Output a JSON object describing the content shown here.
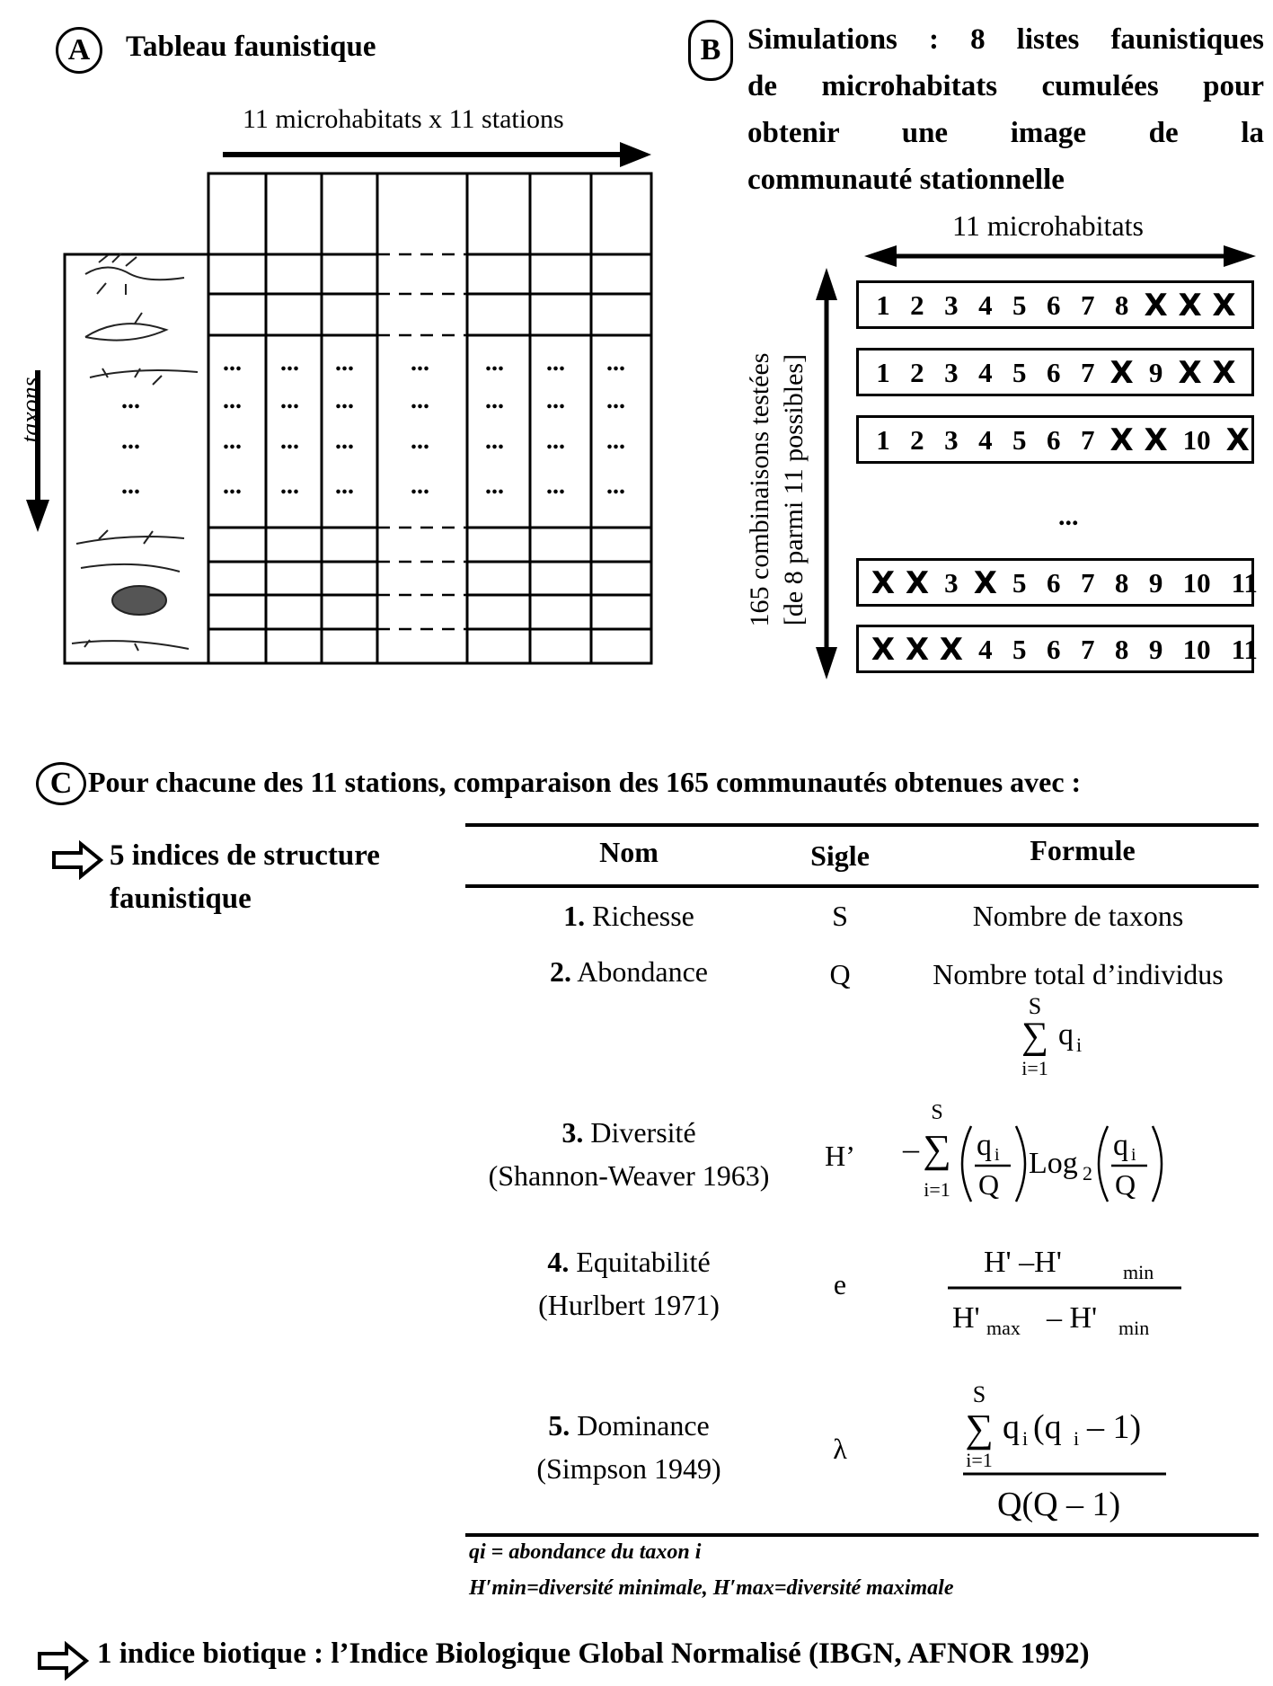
{
  "panelA": {
    "letter": "A",
    "title": "Tableau faunistique",
    "top_arrow_label": "11 microhabitats x 11 stations",
    "side_arrow_label": "taxons",
    "dots": "...",
    "dash": "- - -"
  },
  "panelB": {
    "letter": "B",
    "text_lines": [
      "Simulations : 8 listes faunistiques",
      "de microhabitats cumulées pour",
      "obtenir une image de la",
      "communauté stationnelle"
    ],
    "arrow_label": "11 microhabitats",
    "side_label_1": "165 combinaisons testées",
    "side_label_2": "[de 8 parmi 11 possibles]",
    "ellipsis": "...",
    "rows": [
      {
        "items": [
          "1",
          "2",
          "3",
          "4",
          "5",
          "6",
          "7",
          "8",
          "X",
          "X",
          "X"
        ],
        "crossed": [
          8,
          9,
          10
        ]
      },
      {
        "items": [
          "1",
          "2",
          "3",
          "4",
          "5",
          "6",
          "7",
          "X",
          "9",
          "X",
          "X"
        ],
        "crossed": [
          7,
          9,
          10
        ]
      },
      {
        "items": [
          "1",
          "2",
          "3",
          "4",
          "5",
          "6",
          "7",
          "X",
          "X",
          "10",
          "X"
        ],
        "crossed": [
          7,
          8,
          10
        ]
      },
      {
        "items": [
          "X",
          "X",
          "3",
          "X",
          "5",
          "6",
          "7",
          "8",
          "9",
          "10",
          "11"
        ],
        "crossed": [
          0,
          1,
          3
        ]
      },
      {
        "items": [
          "X",
          "X",
          "X",
          "4",
          "5",
          "6",
          "7",
          "8",
          "9",
          "10",
          "11"
        ],
        "crossed": [
          0,
          1,
          2
        ]
      }
    ]
  },
  "panelC": {
    "letter": "C",
    "heading": "Pour chacune des 11 stations, comparaison des 165 communautés obtenues avec :",
    "bullet1_line1": "5 indices de structure",
    "bullet1_line2": "faunistique",
    "table": {
      "headers": {
        "nom": "Nom",
        "sigle": "Sigle",
        "formule": "Formule"
      },
      "rows": [
        {
          "num": "1.",
          "name": "Richesse",
          "sub": "",
          "sigle": "S",
          "formule": "Nombre de taxons"
        },
        {
          "num": "2.",
          "name": "Abondance",
          "sub": "",
          "sigle": "Q",
          "formule": "Nombre total d’individus"
        },
        {
          "num": "3.",
          "name": "Diversité",
          "sub": "(Shannon-Weaver 1963)",
          "sigle": "H’",
          "formule": ""
        },
        {
          "num": "4.",
          "name": "Equitabilité",
          "sub": "(Hurlbert 1971)",
          "sigle": "e",
          "formule": ""
        },
        {
          "num": "5.",
          "name": "Dominance",
          "sub": "(Simpson 1949)",
          "sigle": "λ",
          "formule": ""
        }
      ]
    },
    "footnote1": "qi = abondance du taxon i",
    "footnote2": "H′min=diversité minimale, H′max=diversité maximale",
    "bullet2": "1 indice biotique : l’Indice Biologique Global Normalisé (IBGN, AFNOR 1992)"
  }
}
